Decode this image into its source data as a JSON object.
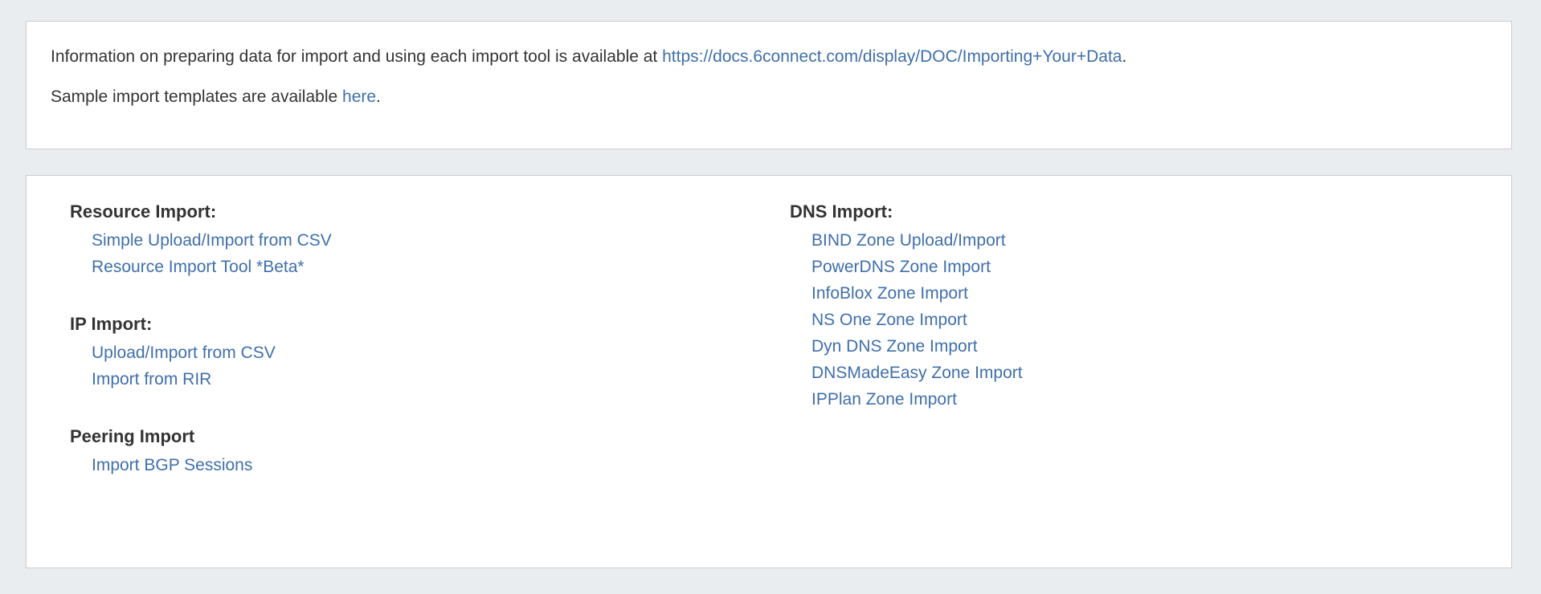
{
  "colors": {
    "page_background": "#e9edf0",
    "panel_background": "#ffffff",
    "panel_border": "#c9ccce",
    "link": "#3f6fab",
    "text": "#333333"
  },
  "info_panel": {
    "line1": {
      "before": "Information on preparing data for import and using each import tool is available at ",
      "link_text": "https://docs.6connect.com/display/DOC/Importing+Your+Data",
      "after": "."
    },
    "line2": {
      "before": "Sample import templates are available ",
      "link_text": "here",
      "after": "."
    }
  },
  "tools_panel": {
    "left_column": [
      {
        "title": "Resource Import:",
        "links": [
          "Simple Upload/Import from CSV",
          "Resource Import Tool *Beta*"
        ]
      },
      {
        "title": "IP Import:",
        "links": [
          "Upload/Import from CSV",
          "Import from RIR"
        ]
      },
      {
        "title": "Peering Import",
        "links": [
          "Import BGP Sessions"
        ]
      }
    ],
    "right_column": [
      {
        "title": "DNS Import:",
        "links": [
          "BIND Zone Upload/Import",
          "PowerDNS Zone Import",
          "InfoBlox Zone Import",
          "NS One Zone Import",
          "Dyn DNS Zone Import",
          "DNSMadeEasy Zone Import",
          "IPPlan Zone Import"
        ]
      }
    ]
  }
}
